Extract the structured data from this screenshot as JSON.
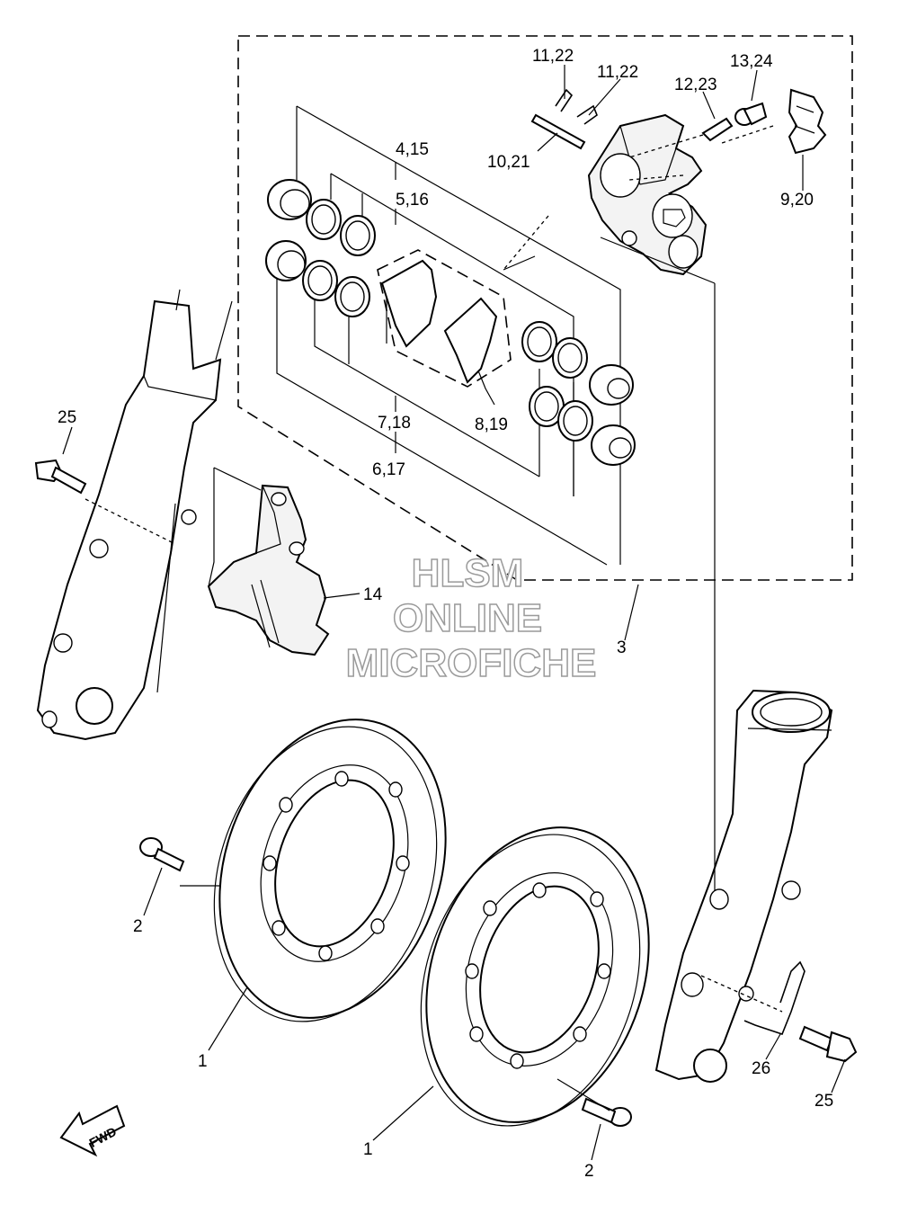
{
  "watermark": {
    "line1": "HLSM",
    "line2": "ONLINE",
    "line3": "MICROFICHE",
    "stroke_color": "#9a9a9a"
  },
  "direction_marker": {
    "text": "FWD",
    "icon": "forward-arrow-icon"
  },
  "callouts": {
    "c_11_22_a": "11,22",
    "c_11_22_b": "11,22",
    "c_13_24": "13,24",
    "c_12_23": "12,23",
    "c_10_21": "10,21",
    "c_9_20": "9,20",
    "c_4_15": "4,15",
    "c_5_16": "5,16",
    "c_7_18": "7,18",
    "c_8_19": "8,19",
    "c_6_17": "6,17",
    "c_25_left": "25",
    "c_14": "14",
    "c_3": "3",
    "c_2_left": "2",
    "c_1_left": "1",
    "c_1_right": "1",
    "c_2_right": "2",
    "c_26": "26",
    "c_25_right": "25"
  },
  "colors": {
    "line": "#000000",
    "background": "#ffffff"
  }
}
